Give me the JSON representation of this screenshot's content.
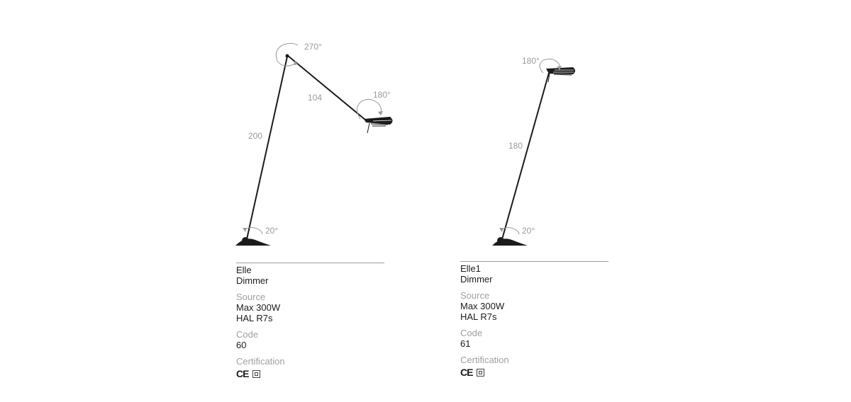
{
  "products": [
    {
      "name": "Elle",
      "switch": "Dimmer",
      "source_label": "Source",
      "source_lines": [
        "Max 300W",
        "HAL R7s"
      ],
      "code_label": "Code",
      "code": "60",
      "certification_label": "Certification",
      "certification_icons": [
        "ce-mark-icon",
        "double-insulated-icon"
      ],
      "certification_text": {
        "ce": "CE"
      },
      "drawing": {
        "rotation_top": "270°",
        "rotation_head": "180°",
        "rotation_base": "20°",
        "length_upper_arm": "104",
        "length_lower_arm": "200"
      }
    },
    {
      "name": "Elle1",
      "switch": "Dimmer",
      "source_label": "Source",
      "source_lines": [
        "Max 300W",
        "HAL R7s"
      ],
      "code_label": "Code",
      "code": "61",
      "certification_label": "Certification",
      "certification_icons": [
        "ce-mark-icon",
        "double-insulated-icon"
      ],
      "certification_text": {
        "ce": "CE"
      },
      "drawing": {
        "rotation_head": "180°",
        "rotation_base": "20°",
        "length_arm": "180"
      }
    }
  ]
}
